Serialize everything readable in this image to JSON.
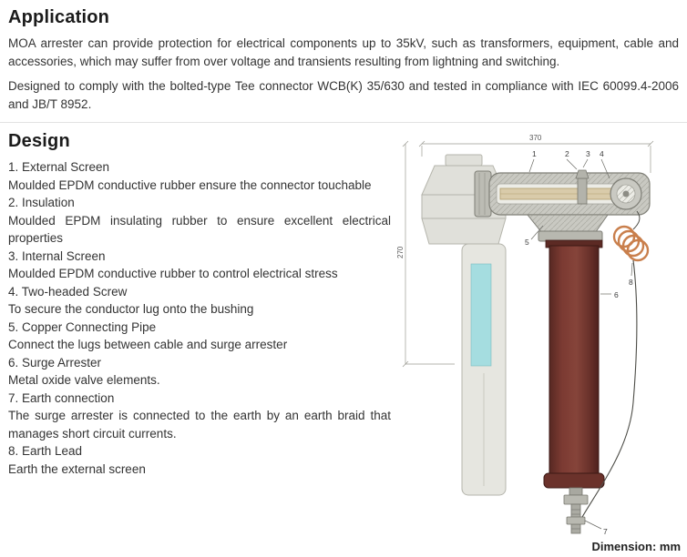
{
  "application": {
    "title": "Application",
    "para1": "MOA arrester can provide protection for electrical components up to 35kV, such as transformers, equipment, cable and accessories, which may suffer from over voltage and transients resulting from lightning and switching.",
    "para2": "Designed to comply with the bolted-type Tee connector WCB(K) 35/630 and tested in compliance with IEC 60099.4-2006 and JB/T 8952."
  },
  "design": {
    "title": "Design",
    "items": [
      {
        "label": "1. External Screen",
        "desc": "Moulded EPDM conductive rubber ensure the connector touchable"
      },
      {
        "label": "2. Insulation",
        "desc": "Moulded EPDM insulating rubber to ensure excellent electrical properties"
      },
      {
        "label": "3. Internal Screen",
        "desc": "Moulded EPDM conductive rubber to control electrical stress"
      },
      {
        "label": "4. Two-headed Screw",
        "desc": "To secure the conductor lug onto the bushing"
      },
      {
        "label": "5. Copper Connecting Pipe",
        "desc": "Connect the lugs between cable and surge arrester"
      },
      {
        "label": "6. Surge Arrester",
        "desc": "Metal oxide valve elements."
      },
      {
        "label": "7. Earth connection",
        "desc": "The surge arrester is connected to the earth by an earth braid that manages short circuit currents."
      },
      {
        "label": "8. Earth Lead",
        "desc": "Earth the external screen"
      }
    ]
  },
  "diagram": {
    "dim_width": "370",
    "dim_height": "270",
    "callouts": [
      "1",
      "2",
      "3",
      "4",
      "5",
      "6",
      "7",
      "8"
    ],
    "colors": {
      "arrester_body": "#6e3430",
      "bushing_core": "#a5dde0",
      "earth_coil": "#c97f4c",
      "metal_gray": "#c9c9c2"
    },
    "dimension_note": "Dimension: mm"
  }
}
